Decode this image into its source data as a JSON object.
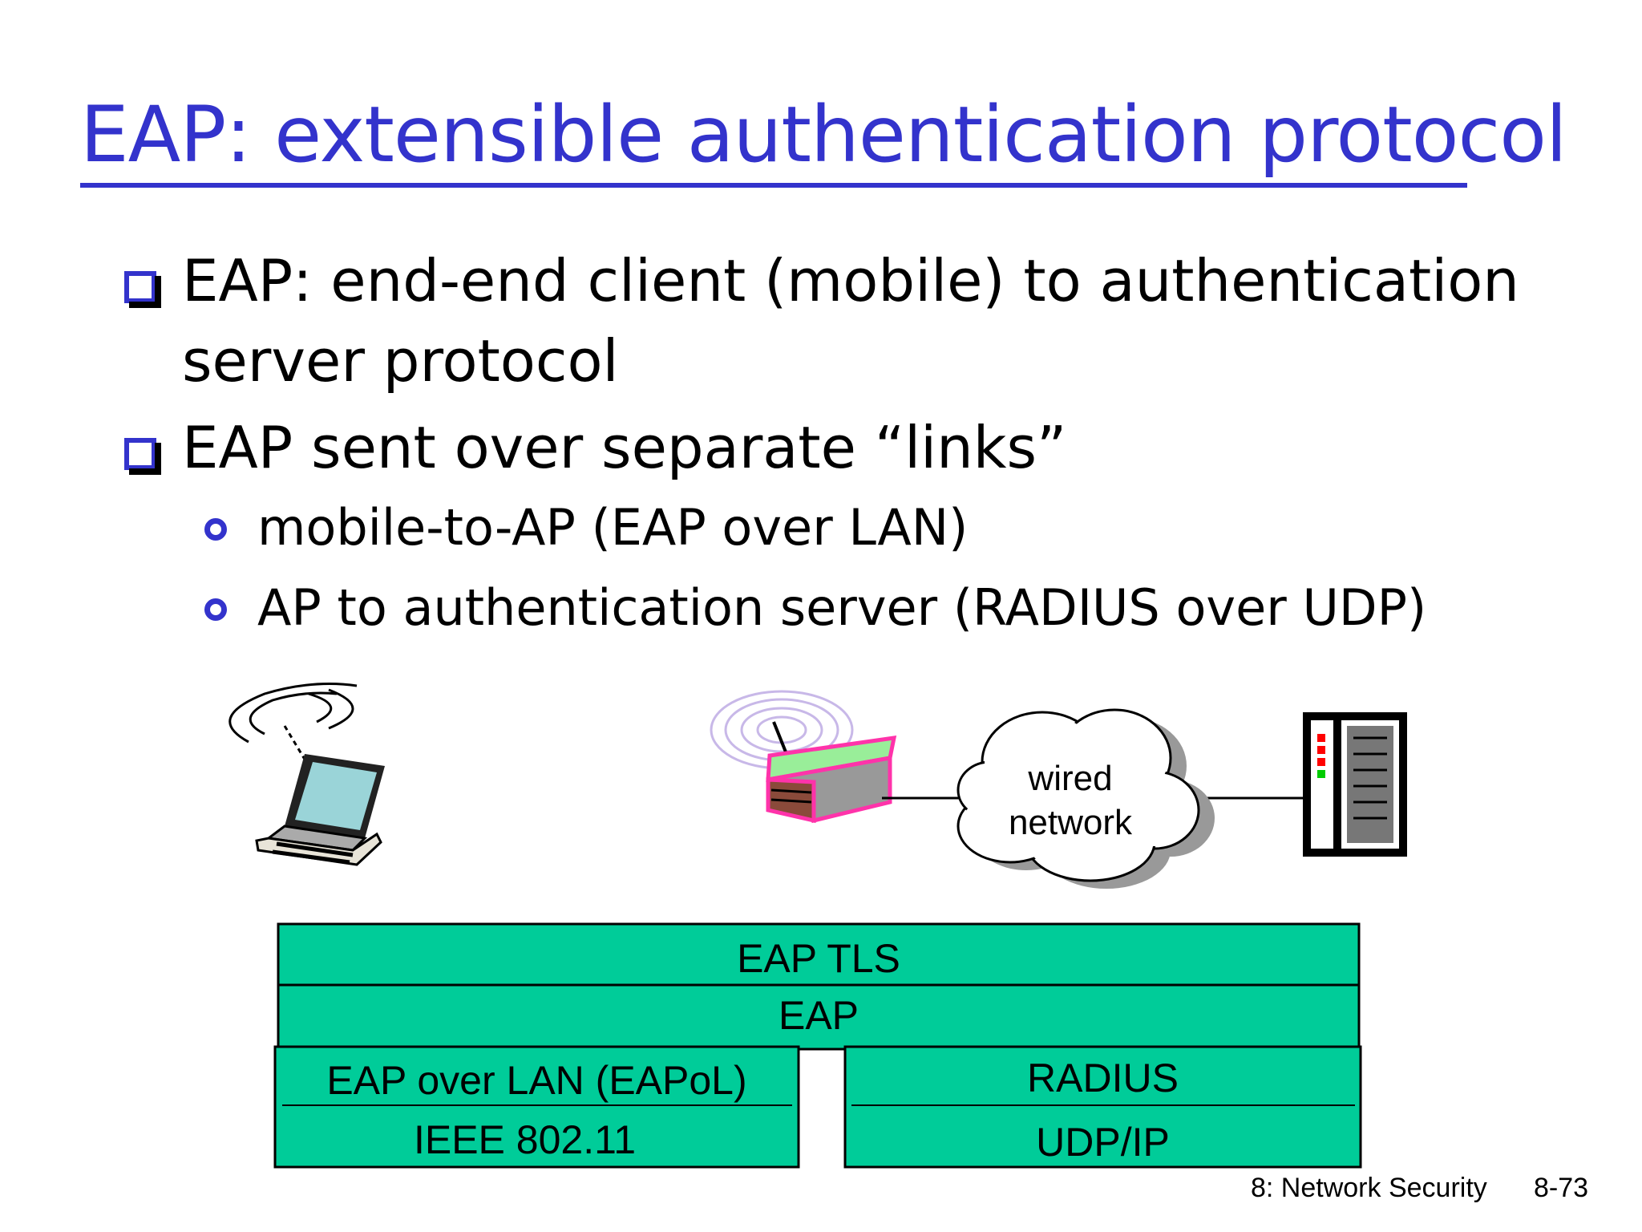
{
  "slide": {
    "title": "EAP: extensible authentication protocol",
    "bullets": [
      {
        "text": "EAP: end-end client (mobile) to authentication",
        "cont": "server protocol"
      },
      {
        "text": "EAP sent over separate “links”"
      }
    ],
    "sub_bullets": [
      "mobile-to-AP (EAP over LAN)",
      "AP to authentication server (RADIUS over UDP)"
    ]
  },
  "diagram": {
    "cloud_label_1": "wired",
    "cloud_label_2": "network",
    "stack": {
      "eap_tls": "EAP TLS",
      "eap": "EAP",
      "eapol": "EAP over LAN (EAPoL)",
      "ieee": "IEEE 802.11",
      "radius": "RADIUS",
      "udpip": "UDP/IP"
    },
    "colors": {
      "layer": "#00cc99",
      "title": "#3333cc"
    }
  },
  "footer": {
    "section": "8: Network Security",
    "page": "8-73"
  }
}
